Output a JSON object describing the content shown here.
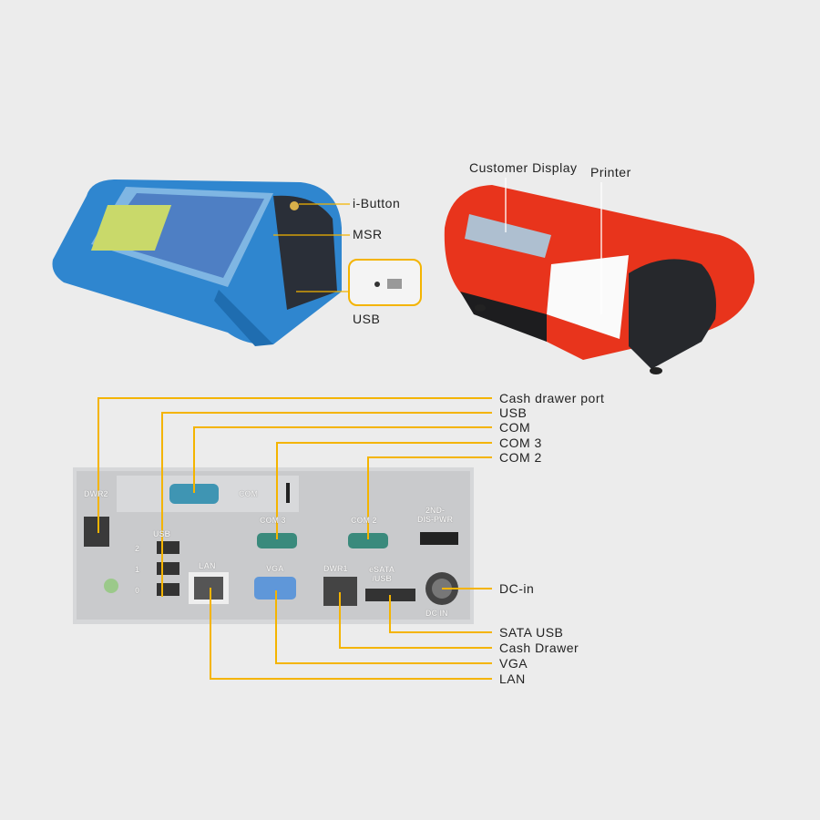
{
  "terminal_labels": {
    "ibutton": "i-Button",
    "msr": "MSR",
    "usb": "USB"
  },
  "printer_labels": {
    "customer_display": "Customer Display",
    "printer": "Printer"
  },
  "callouts": {
    "cash_drawer_port": "Cash drawer port",
    "usb": "USB",
    "com": "COM",
    "com3": "COM 3",
    "com2": "COM 2",
    "dc_in": "DC-in",
    "sata_usb": "SATA USB",
    "cash_drawer": "Cash Drawer",
    "vga": "VGA",
    "lan": "LAN"
  },
  "panel_labels": {
    "dwr2": "DWR2",
    "com": "COM",
    "usb": "USB",
    "usb2": "2",
    "usb1": "1",
    "usb0": "0",
    "lan": "LAN",
    "vga": "VGA",
    "com3": "COM 3",
    "com2": "COM 2",
    "dis_pwr": "2ND-\nDIS-PWR",
    "dwr1": "DWR1",
    "esata": "eSATA\n/USB",
    "dcin": "DC IN"
  },
  "colors": {
    "leader": "#f4b400",
    "terminal": "#2f86cf",
    "printer": "#e8341c",
    "panel": "#c9cacc"
  }
}
